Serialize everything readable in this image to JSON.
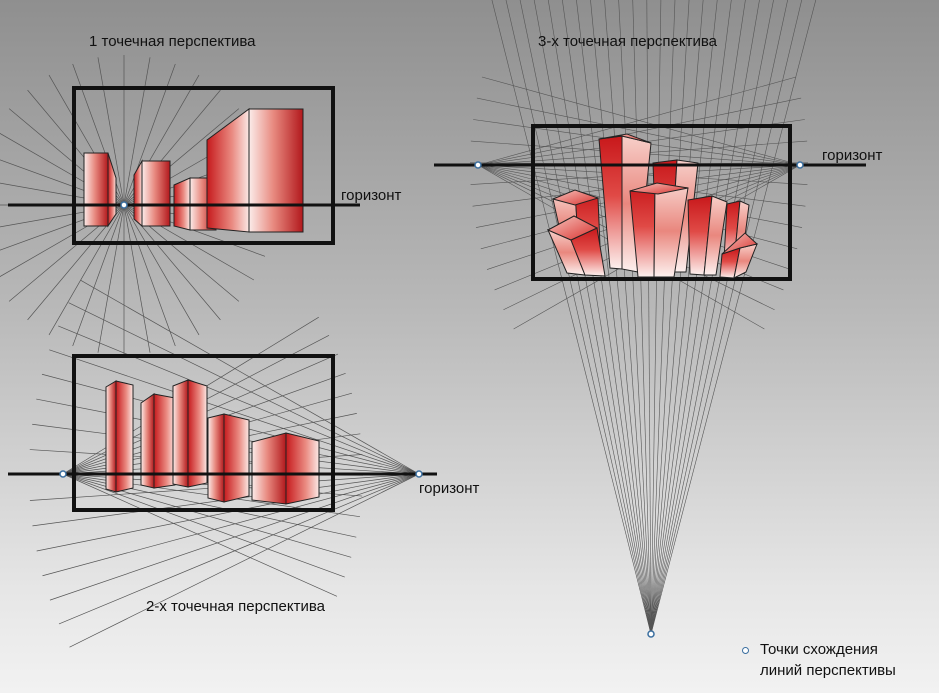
{
  "panels": {
    "one_point": {
      "title": "1 точечная перспектива",
      "horizon_label": "горизонт"
    },
    "two_point": {
      "title": "2-х точечная перспектива",
      "horizon_label": "горизонт"
    },
    "three_point": {
      "title": "3-х точечная перспектива",
      "horizon_label": "горизонт"
    }
  },
  "legend": {
    "line1": "Точки схождения",
    "line2": "линий перспективы"
  },
  "colors": {
    "background_top": "#8f8f8f",
    "background_bottom": "#f2f2f2",
    "frame": "#111111",
    "ray": "#555555",
    "vanishing_point": "#3b6fa0",
    "building_red": "#c8181b",
    "building_light": "#fbecea"
  }
}
